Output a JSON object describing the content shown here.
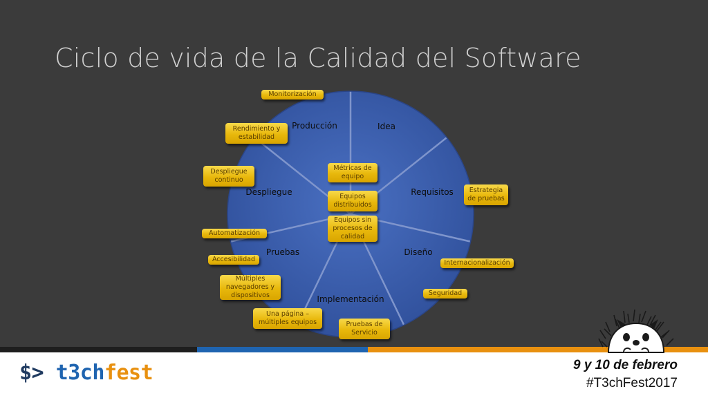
{
  "slide": {
    "title": "Ciclo de vida de la Calidad del Software"
  },
  "wheel": {
    "segments": [
      {
        "label": "Idea"
      },
      {
        "label": "Requisitos"
      },
      {
        "label": "Diseño"
      },
      {
        "label": "Implementación"
      },
      {
        "label": "Pruebas"
      },
      {
        "label": "Despliegue"
      },
      {
        "label": "Producción"
      }
    ],
    "center_tags": [
      {
        "text": "Métricas de equipo"
      },
      {
        "text": "Equipos distribuidos"
      },
      {
        "text": "Equipos sin procesos de calidad"
      }
    ],
    "side_tags": [
      {
        "text": "Monitorización"
      },
      {
        "text": "Rendimiento y estabilidad"
      },
      {
        "text": "Despliegue continuo"
      },
      {
        "text": "Automatización"
      },
      {
        "text": "Accesibilidad"
      },
      {
        "text": "Múltiples navegadores y dispositivos"
      },
      {
        "text": "Una página – múltiples equipos"
      },
      {
        "text": "Pruebas de Servicio"
      },
      {
        "text": "Seguridad"
      },
      {
        "text": "Internacionalización"
      },
      {
        "text": "Estrategia de pruebas"
      }
    ]
  },
  "footer": {
    "logo_prompt": "$>",
    "logo_t3ch": "t3ch",
    "logo_fest": "fest",
    "date": "9 y 10 de febrero",
    "hashtag": "#T3chFest2017"
  },
  "colors": {
    "background": "#3b3b3b",
    "wheel_blue": "#3a5fb0",
    "tag_yellow": "#f0c419",
    "bar_blue": "#1f64b0",
    "bar_orange": "#e8900f"
  }
}
